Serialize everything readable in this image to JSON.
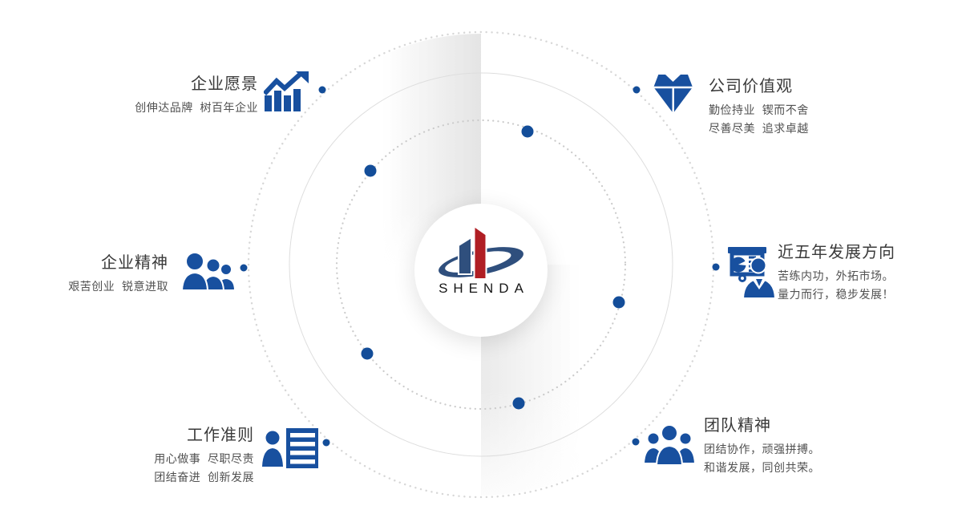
{
  "logo": {
    "text": "SHENDA"
  },
  "colors": {
    "icon_blue": "#18509f",
    "dot_blue": "#134d99",
    "logo_navy": "#2f4f7d",
    "logo_red": "#b01e24",
    "ring_gray": "#d7d7d7"
  },
  "sections": [
    {
      "id": "vision",
      "title": "企业愿景",
      "icon": "growth-chart-icon",
      "lines": [
        "创伸达品牌  树百年企业"
      ]
    },
    {
      "id": "values",
      "title": "公司价值观",
      "icon": "diamond-icon",
      "lines": [
        "勤俭持业  锲而不舍",
        "尽善尽美  追求卓越"
      ]
    },
    {
      "id": "spirit",
      "title": "企业精神",
      "icon": "people-group-icon",
      "lines": [
        "艰苦创业  锐意进取"
      ]
    },
    {
      "id": "direction",
      "title": "近五年发展方向",
      "icon": "presentation-icon",
      "lines": [
        "苦练内功，外拓市场。",
        "量力而行，稳步发展！"
      ]
    },
    {
      "id": "principles",
      "title": "工作准则",
      "icon": "person-checklist-icon",
      "lines": [
        "用心做事  尽职尽责",
        "团结奋进  创新发展"
      ]
    },
    {
      "id": "team",
      "title": "团队精神",
      "icon": "team-group-icon",
      "lines": [
        "团结协作，顽强拼搏。",
        "和谐发展，同创共荣。"
      ]
    }
  ]
}
